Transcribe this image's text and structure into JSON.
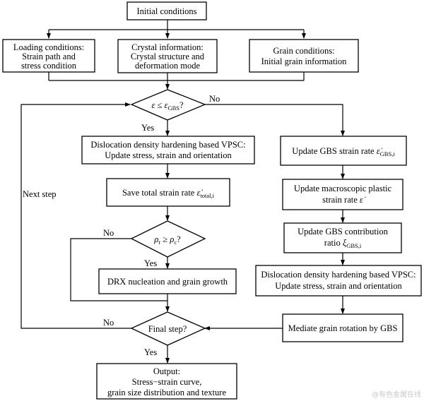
{
  "nodes": {
    "initial": {
      "text": "Initial conditions"
    },
    "loading": {
      "line1": "Loading conditions:",
      "line2": "Strain path and",
      "line3": "stress condition"
    },
    "crystal": {
      "line1": "Crystal information:",
      "line2": "Crystal structure and",
      "line3": "deformation mode"
    },
    "grain": {
      "line1": "Grain conditions:",
      "line2": "Initial grain information"
    },
    "decision_gbs": {
      "sym1": "ε",
      "op": " ≤ ",
      "sym2": "ε",
      "sub2": "GBS",
      "tail": "?"
    },
    "vpsc1": {
      "line1": "Dislocation density hardening based VPSC:",
      "line2": "Update stress, strain and orientation"
    },
    "save_total": {
      "prefix": "Save total strain rate ",
      "sym": "ε̇",
      "sub": "total,i"
    },
    "decision_rho": {
      "sym1": "ρ",
      "sub1": "r",
      "op": " ≥ ",
      "sym2": "ρ",
      "sub2": "c",
      "tail": "?"
    },
    "drx": {
      "text": "DRX nucleation and grain growth"
    },
    "final": {
      "text": "Final step?"
    },
    "output": {
      "line1": "Output:",
      "line2": "Stress−strain curve,",
      "line3": "grain size distribution and texture"
    },
    "update_gbs_rate": {
      "prefix": "Update GBS strain rate ",
      "sym": "ε̇",
      "sub": "GBS,i"
    },
    "update_macro": {
      "line1": "Update macroscopic plastic",
      "line2_prefix": "strain rate ",
      "sym": "ε̇"
    },
    "update_ratio": {
      "line1": "Update GBS contribution",
      "line2_prefix": "ratio ",
      "sym": "ξ",
      "sub": "GBS,i"
    },
    "vpsc2": {
      "line1": "Dislocation density hardening based VPSC:",
      "line2": "Update stress, strain and orientation"
    },
    "mediate": {
      "text": "Mediate grain rotation by GBS"
    }
  },
  "labels": {
    "no_gbs": "No",
    "yes_gbs": "Yes",
    "no_rho": "No",
    "yes_rho": "Yes",
    "no_final": "No",
    "yes_final": "Yes",
    "next_step": "Next step"
  },
  "watermark": "@有色金属在线"
}
